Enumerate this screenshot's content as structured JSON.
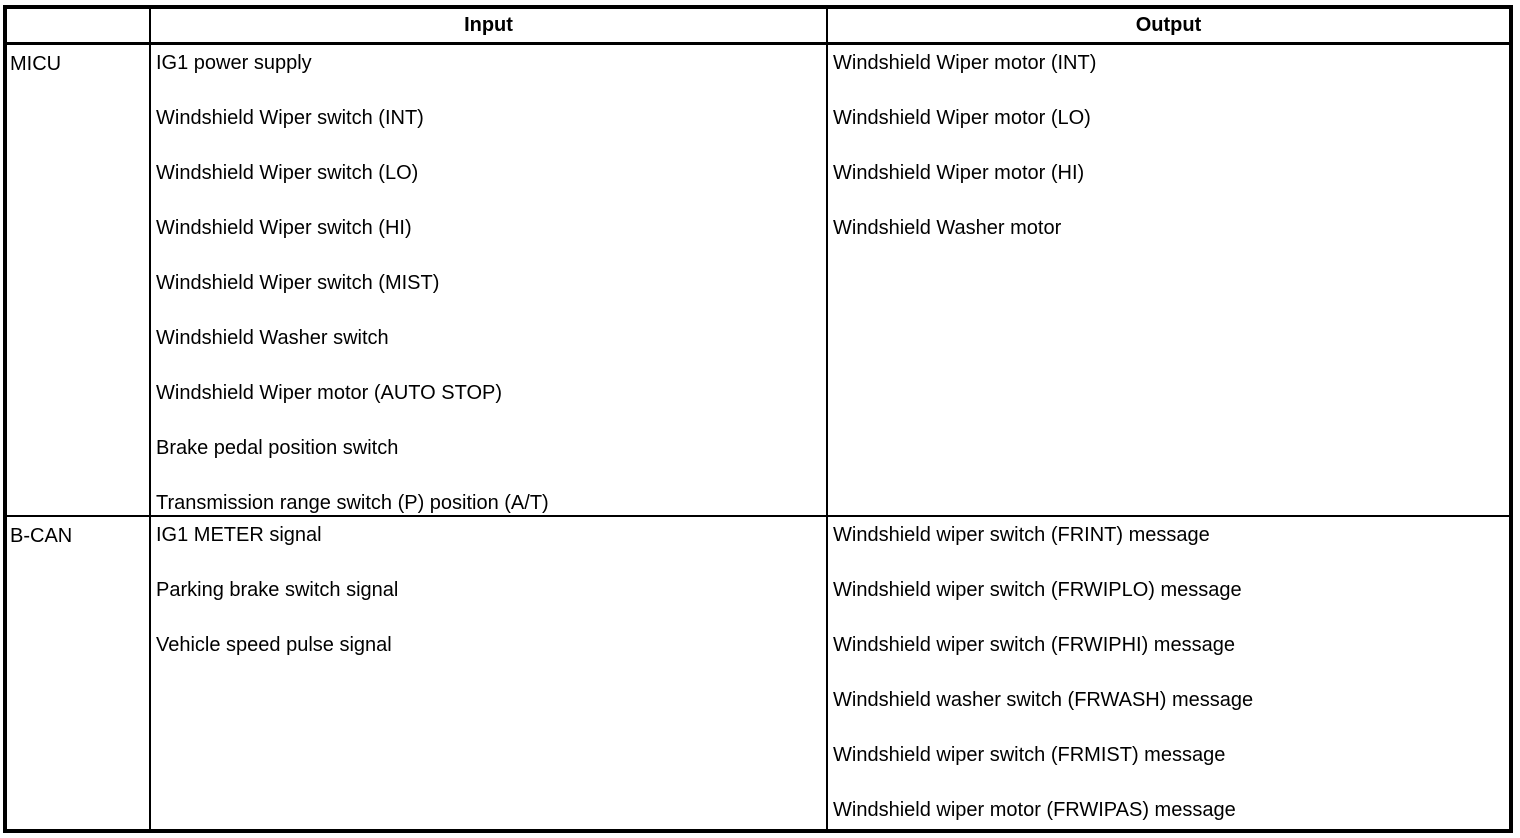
{
  "table": {
    "header": {
      "corner": "",
      "input_label": "Input",
      "output_label": "Output"
    },
    "rows": [
      {
        "label": "MICU",
        "inputs": [
          "IG1 power supply",
          "Windshield Wiper switch (INT)",
          "Windshield Wiper switch (LO)",
          "Windshield Wiper switch (HI)",
          "Windshield Wiper switch (MIST)",
          "Windshield Washer switch",
          "Windshield Wiper motor (AUTO STOP)",
          "Brake pedal position switch",
          "Transmission range switch (P) position (A/T)"
        ],
        "outputs": [
          "Windshield Wiper motor (INT)",
          "Windshield Wiper motor (LO)",
          "Windshield Wiper motor (HI)",
          "Windshield Washer motor"
        ]
      },
      {
        "label": "B-CAN",
        "inputs": [
          "IG1 METER signal",
          "Parking brake switch signal",
          "Vehicle speed pulse signal"
        ],
        "outputs": [
          "Windshield wiper switch (FRINT) message",
          "Windshield wiper switch (FRWIPLO) message",
          "Windshield wiper switch (FRWIPHI) message",
          "Windshield washer switch (FRWASH) message",
          "Windshield wiper switch (FRMIST) message",
          "Windshield wiper motor (FRWIPAS) message"
        ]
      }
    ],
    "colors": {
      "border": "#000000",
      "background": "#ffffff",
      "text": "#000000"
    }
  }
}
